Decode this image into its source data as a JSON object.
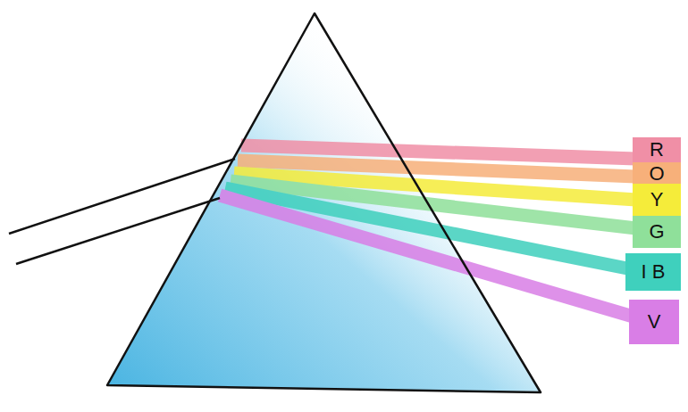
{
  "diagram": {
    "nodes": [
      {
        "text": [
          "R"
        ]
      },
      {
        "text": [
          "O"
        ]
      },
      {
        "text": [
          "Y"
        ]
      },
      {
        "text": [
          "G"
        ]
      },
      {
        "text": [
          "I B"
        ]
      },
      {
        "text": [
          "V"
        ]
      }
    ]
  }
}
